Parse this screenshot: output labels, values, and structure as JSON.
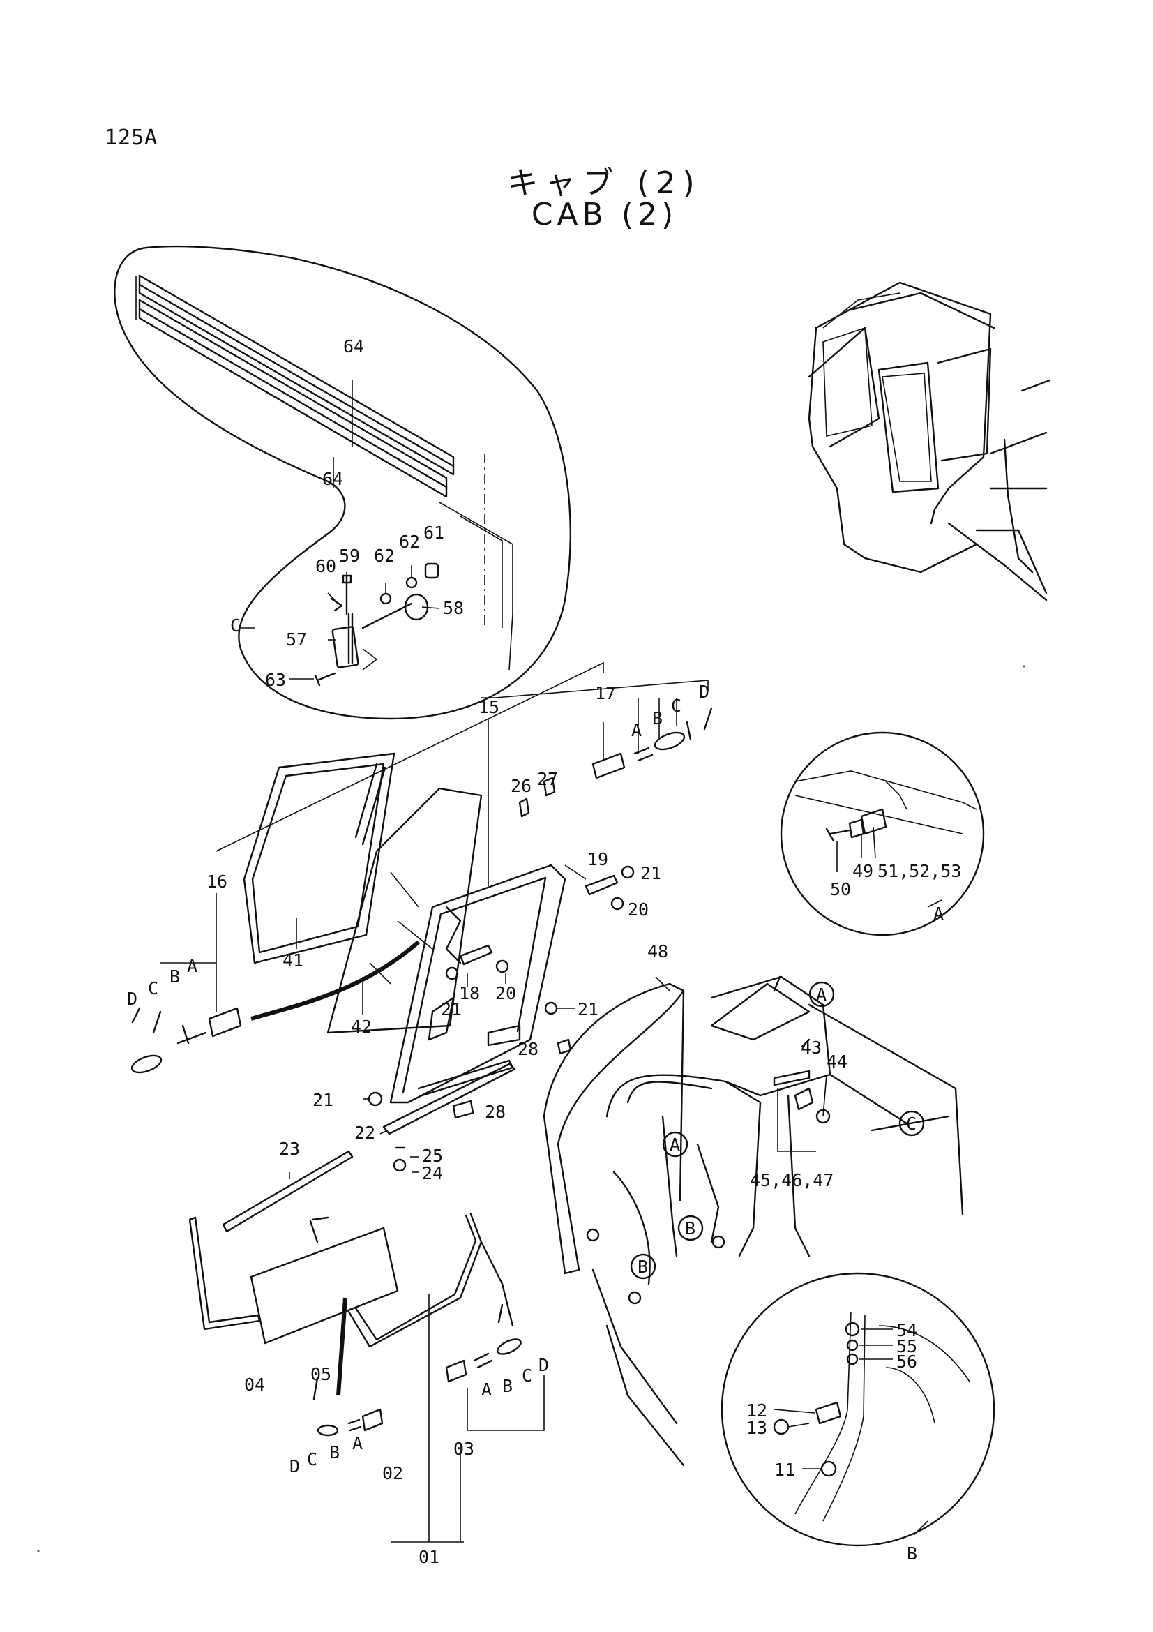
{
  "header": {
    "page_code": "125A",
    "title_jp": "キャブ (2)",
    "title_en": "CAB (2)"
  },
  "parts": [
    {
      "id": "p64a",
      "text": "64"
    },
    {
      "id": "p64b",
      "text": "64"
    },
    {
      "id": "p59",
      "text": "59"
    },
    {
      "id": "p60",
      "text": "60"
    },
    {
      "id": "p62a",
      "text": "62"
    },
    {
      "id": "p62b",
      "text": "62"
    },
    {
      "id": "p61",
      "text": "61"
    },
    {
      "id": "p58",
      "text": "58"
    },
    {
      "id": "p57",
      "text": "57"
    },
    {
      "id": "p63",
      "text": "63"
    },
    {
      "id": "pC1",
      "text": "C"
    },
    {
      "id": "p15",
      "text": "15"
    },
    {
      "id": "p17",
      "text": "17"
    },
    {
      "id": "pA17",
      "text": "A"
    },
    {
      "id": "pB17",
      "text": "B"
    },
    {
      "id": "pC17",
      "text": "C"
    },
    {
      "id": "pD17",
      "text": "D"
    },
    {
      "id": "p26",
      "text": "26"
    },
    {
      "id": "p27",
      "text": "27"
    },
    {
      "id": "p19",
      "text": "19"
    },
    {
      "id": "p21a",
      "text": "21"
    },
    {
      "id": "p20a",
      "text": "20"
    },
    {
      "id": "p16",
      "text": "16"
    },
    {
      "id": "pD16",
      "text": "D"
    },
    {
      "id": "pC16",
      "text": "C"
    },
    {
      "id": "pB16",
      "text": "B"
    },
    {
      "id": "pA16",
      "text": "A"
    },
    {
      "id": "p41",
      "text": "41"
    },
    {
      "id": "p42",
      "text": "42"
    },
    {
      "id": "p18",
      "text": "18"
    },
    {
      "id": "p20b",
      "text": "20"
    },
    {
      "id": "p21b",
      "text": "21"
    },
    {
      "id": "p21c",
      "text": "21"
    },
    {
      "id": "p28a",
      "text": "28"
    },
    {
      "id": "p21d",
      "text": "21"
    },
    {
      "id": "p28b",
      "text": "28"
    },
    {
      "id": "p22",
      "text": "22"
    },
    {
      "id": "p25",
      "text": "25"
    },
    {
      "id": "p24",
      "text": "24"
    },
    {
      "id": "p23",
      "text": "23"
    },
    {
      "id": "p48",
      "text": "48"
    },
    {
      "id": "p43",
      "text": "43"
    },
    {
      "id": "p44",
      "text": "44"
    },
    {
      "id": "p454647",
      "text": "45,46,47"
    },
    {
      "id": "p04",
      "text": "04"
    },
    {
      "id": "p05",
      "text": "05"
    },
    {
      "id": "pA03",
      "text": "A"
    },
    {
      "id": "pB03",
      "text": "B"
    },
    {
      "id": "pC03",
      "text": "C"
    },
    {
      "id": "pD03",
      "text": "D"
    },
    {
      "id": "p03",
      "text": "03"
    },
    {
      "id": "pD02",
      "text": "D"
    },
    {
      "id": "pC02",
      "text": "C"
    },
    {
      "id": "pB02",
      "text": "B"
    },
    {
      "id": "pA02",
      "text": "A"
    },
    {
      "id": "p02",
      "text": "02"
    },
    {
      "id": "p01",
      "text": "01"
    },
    {
      "id": "p49",
      "text": "49"
    },
    {
      "id": "p50",
      "text": "50"
    },
    {
      "id": "p515253",
      "text": "51,52,53"
    },
    {
      "id": "pAdet",
      "text": "A"
    },
    {
      "id": "p54",
      "text": "54"
    },
    {
      "id": "p55",
      "text": "55"
    },
    {
      "id": "p56",
      "text": "56"
    },
    {
      "id": "p12",
      "text": "12"
    },
    {
      "id": "p13",
      "text": "13"
    },
    {
      "id": "p11",
      "text": "11"
    },
    {
      "id": "pBdet",
      "text": "B"
    }
  ],
  "callouts": [
    {
      "id": "cA1",
      "text": "A"
    },
    {
      "id": "cA2",
      "text": "A"
    },
    {
      "id": "cB1",
      "text": "B"
    },
    {
      "id": "cB2",
      "text": "B"
    },
    {
      "id": "cC",
      "text": "C"
    }
  ]
}
